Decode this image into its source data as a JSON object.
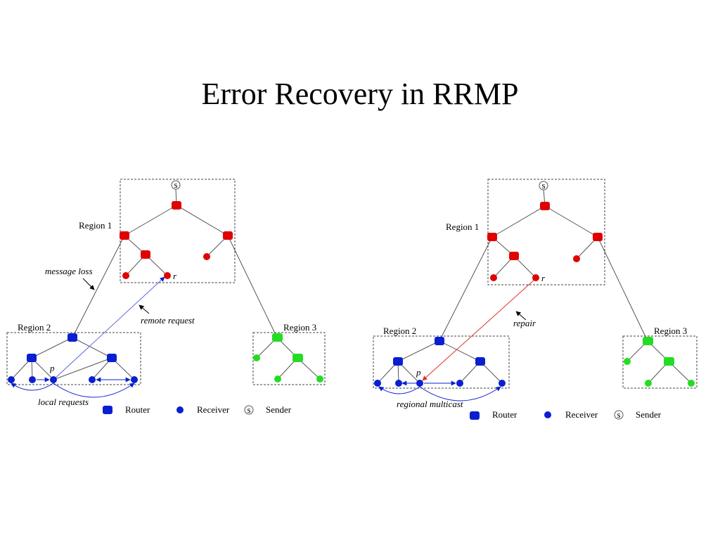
{
  "title": "Error Recovery in RRMP",
  "colors": {
    "region1": "#e00000",
    "region2": "#0a1fd0",
    "region3": "#22dd22",
    "remote_request": "#5566dd",
    "repair": "#e03030"
  },
  "left": {
    "region1_label": "Region 1",
    "region2_label": "Region 2",
    "region3_label": "Region 3",
    "sender_glyph": "S",
    "node_r": "r",
    "node_p": "p",
    "message_loss": "message loss",
    "remote_request": "remote request",
    "local_requests": "local requests",
    "legend": {
      "router": "Router",
      "receiver": "Receiver",
      "sender": "Sender",
      "sender_glyph": "S"
    }
  },
  "right": {
    "region1_label": "Region 1",
    "region2_label": "Region 2",
    "region3_label": "Region 3",
    "sender_glyph": "S",
    "node_r": "r",
    "node_p": "p",
    "repair": "repair",
    "regional_multicast": "regional multicast",
    "legend": {
      "router": "Router",
      "receiver": "Receiver",
      "sender": "Sender",
      "sender_glyph": "S"
    }
  }
}
